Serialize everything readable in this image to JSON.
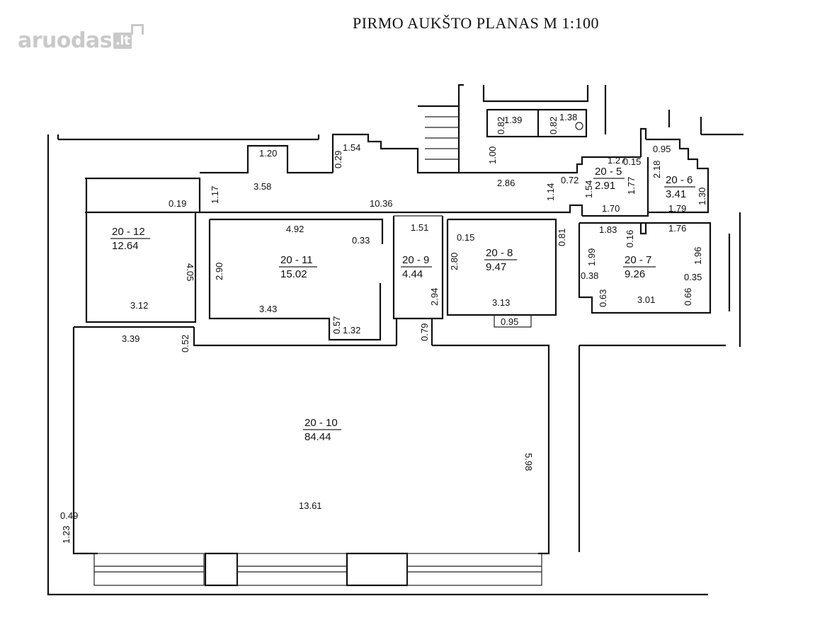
{
  "title": "PIRMO AUKŠTO PLANAS M 1:100",
  "watermark": {
    "name": "aruodas",
    "tld": ".lt"
  },
  "rooms": [
    {
      "id": "20 - 12",
      "area": "12.64"
    },
    {
      "id": "20 - 11",
      "area": "15.02"
    },
    {
      "id": "20 - 9",
      "area": "4.44"
    },
    {
      "id": "20 - 8",
      "area": "9.47"
    },
    {
      "id": "20 - 5",
      "area": "2.91"
    },
    {
      "id": "20 - 6",
      "area": "3.41"
    },
    {
      "id": "20 - 7",
      "area": "9.26"
    },
    {
      "id": "20 - 10",
      "area": "84.44"
    }
  ],
  "dimensions": [
    "1.20",
    "1.54",
    "0.29",
    "3.58",
    "1.17",
    "0.19",
    "10.36",
    "4.05",
    "3.12",
    "4.92",
    "0.33",
    "2.90",
    "3.43",
    "0.57",
    "1.32",
    "1.51",
    "0.15",
    "2.80",
    "2.94",
    "0.79",
    "0.81",
    "3.13",
    "0.95",
    "1.39",
    "0.82",
    "0.82",
    "1.38",
    "1.00",
    "2.86",
    "1.14",
    "0.72",
    "1.54",
    "1.27",
    "0.15",
    "1.77",
    "1.70",
    "0.95",
    "2.18",
    "1.30",
    "1.79",
    "1.83",
    "0.16",
    "1.76",
    "1.99",
    "1.96",
    "0.38",
    "0.35",
    "0.63",
    "0.66",
    "3.01",
    "3.39",
    "0.52",
    "5.98",
    "13.61",
    "0.49",
    "1.23"
  ]
}
